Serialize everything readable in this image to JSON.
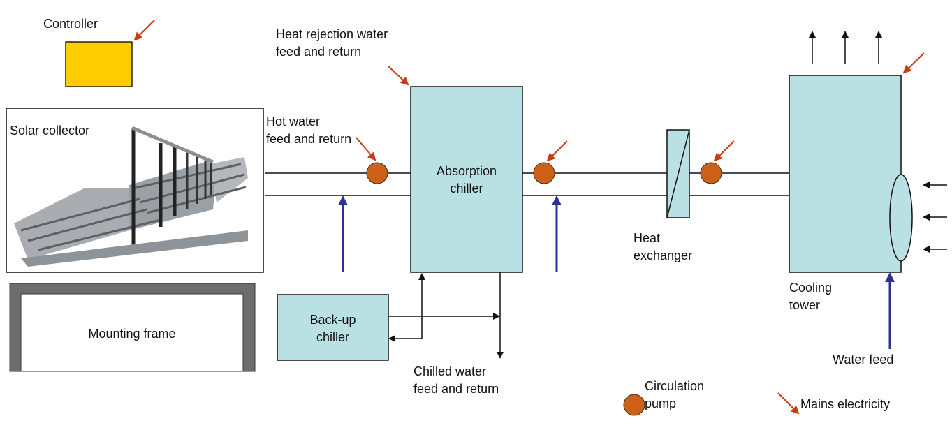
{
  "labels": {
    "controller": "Controller",
    "heat_rejection_1": "Heat rejection water",
    "heat_rejection_2": "feed and return",
    "solar_collector": "Solar collector",
    "hot_water_1": "Hot water",
    "hot_water_2": "feed and return",
    "absorption_1": "Absorption",
    "absorption_2": "chiller",
    "mounting_frame": "Mounting frame",
    "backup_1": "Back-up",
    "backup_2": "chiller",
    "chilled_1": "Chilled water",
    "chilled_2": "feed and return",
    "heat_exchanger_1": "Heat",
    "heat_exchanger_2": "exchanger",
    "cooling_1": "Cooling",
    "cooling_2": "tower",
    "water_feed": "Water feed",
    "legend_pump_1": "Circulation",
    "legend_pump_2": "pump",
    "legend_mains": "Mains electricity"
  },
  "colors": {
    "component_fill": "#b9e0e3",
    "controller_fill": "#ffcc00",
    "pump_fill": "#cc6014",
    "mains_arrow": "#cc3a12",
    "flow_arrow": "#2e3192",
    "frame_fill": "#6d6d6d"
  },
  "icons": {
    "pump": "circle",
    "mains": "diagonal-arrow",
    "flow": "up-arrow"
  }
}
